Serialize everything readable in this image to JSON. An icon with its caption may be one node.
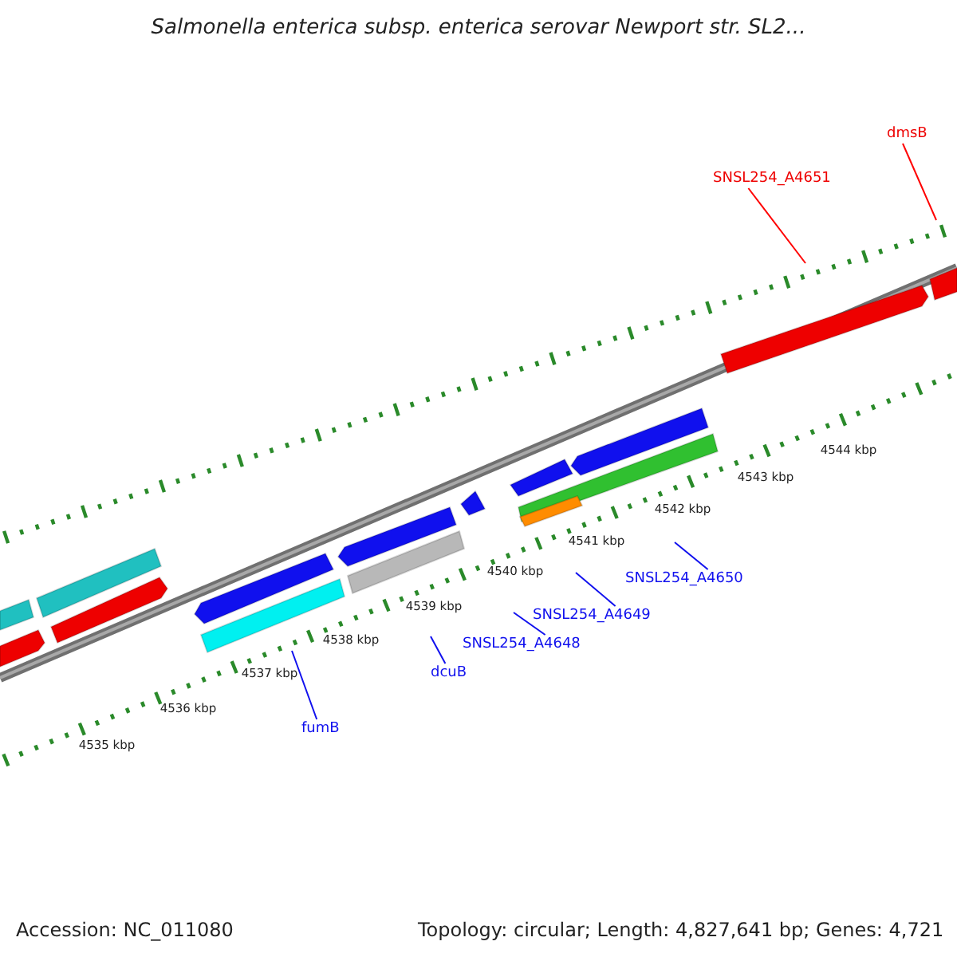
{
  "diagram": {
    "title": "Salmonella enterica subsp. enterica serovar Newport str. SL2...",
    "nodes": [
      {
        "text": [
          "dmsB"
        ]
      },
      {
        "text": [
          "SNSL254_A4651"
        ]
      },
      {
        "text": [
          "fumB"
        ]
      },
      {
        "text": [
          "dcuB"
        ]
      },
      {
        "text": [
          "SNSL254_A4648"
        ]
      },
      {
        "text": [
          "SNSL254_A4649"
        ]
      },
      {
        "text": [
          "SNSL254_A4650"
        ]
      }
    ],
    "edges": [
      {
        "from": 0,
        "to": null,
        "arrow": "none",
        "color": "#ff0000"
      },
      {
        "from": 1,
        "to": null,
        "arrow": "none",
        "color": "#ff0000"
      },
      {
        "from": 2,
        "to": null,
        "arrow": "none"
      },
      {
        "from": 3,
        "to": null,
        "arrow": "none"
      },
      {
        "from": 4,
        "to": null,
        "arrow": "none"
      },
      {
        "from": 5,
        "to": null,
        "arrow": "none"
      },
      {
        "from": 6,
        "to": null,
        "arrow": "none"
      }
    ],
    "labels": [
      "4535 kbp",
      "4536 kbp",
      "4537 kbp",
      "4538 kbp",
      "4539 kbp",
      "4540 kbp",
      "4541 kbp",
      "4542 kbp",
      "4543 kbp",
      "4544 kbp",
      "Accession: NC_011080",
      "Topology: circular; Length: 4,827,641 bp; Genes: 4,721"
    ]
  }
}
